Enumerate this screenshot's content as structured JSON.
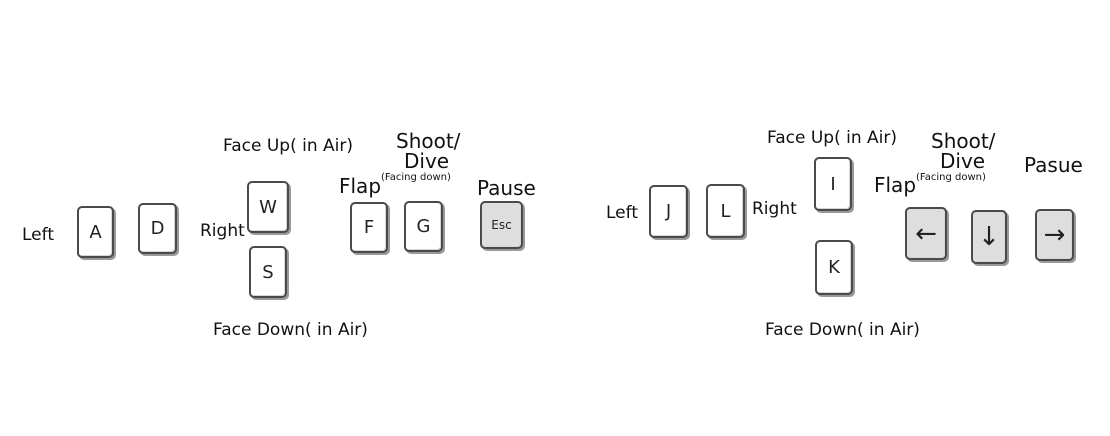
{
  "left_scheme": {
    "left_label": "Left",
    "right_label": "Right",
    "face_up_label": "Face Up( in Air)",
    "face_down_label": "Face Down( in Air)",
    "flap_label": "Flap",
    "facing_down_label": "(Facing down)",
    "shoot_label": "Shoot/",
    "dive_label": "Dive",
    "pause_label": "Pause",
    "keys": {
      "left": "A",
      "right": "D",
      "up": "W",
      "down": "S",
      "flap": "F",
      "shoot": "G",
      "pause": "Esc"
    }
  },
  "right_scheme": {
    "left_label": "Left",
    "right_label": "Right",
    "face_up_label": "Face Up( in Air)",
    "face_down_label": "Face Down( in Air)",
    "flap_label": "Flap",
    "facing_down_label": "(Facing down)",
    "shoot_label": "Shoot/",
    "dive_label": "Dive",
    "pause_label": "Pasue",
    "keys": {
      "left": "J",
      "right": "L",
      "up": "I",
      "down": "K",
      "flap": "←",
      "shoot": "↓",
      "pause": "→"
    }
  }
}
